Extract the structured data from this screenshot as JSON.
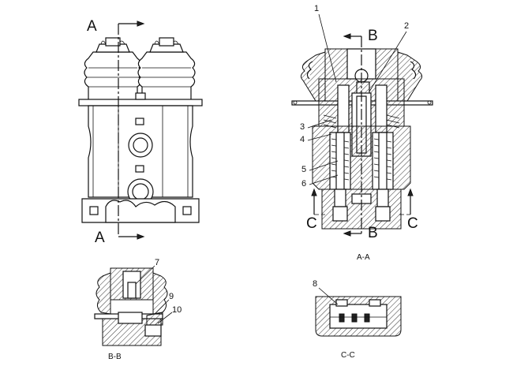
{
  "section_marks": {
    "a_top": "A",
    "a_bottom": "A",
    "b_top": "B",
    "b_bottom": "B",
    "c_left": "C",
    "c_right": "C"
  },
  "callouts": [
    "1",
    "2",
    "3",
    "4",
    "5",
    "6",
    "7",
    "8",
    "9",
    "10"
  ],
  "view_captions": {
    "aa": "A-A",
    "bb": "B-B",
    "cc": "C-C"
  }
}
